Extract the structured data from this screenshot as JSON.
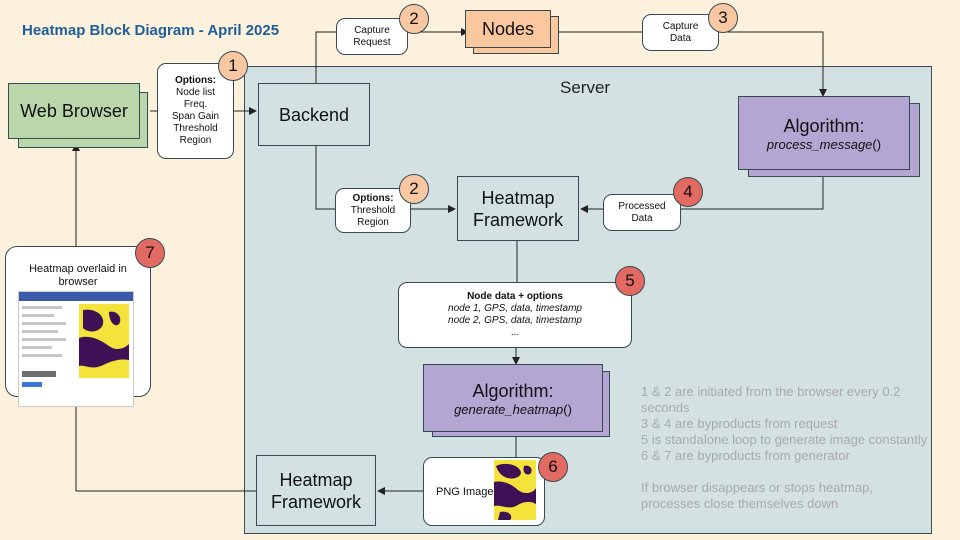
{
  "title": "Heatmap Block Diagram - April 2025",
  "server_label": "Server",
  "web_browser": "Web Browser",
  "backend": "Backend",
  "nodes": "Nodes",
  "algo1": {
    "title": "Algorithm:",
    "func": "process_message",
    "paren": "()"
  },
  "heatmap_fw_top": {
    "l1": "Heatmap",
    "l2": "Framework"
  },
  "heatmap_fw_bottom": {
    "l1": "Heatmap",
    "l2": "Framework"
  },
  "algo2": {
    "title": "Algorithm:",
    "func": "generate_heatmap",
    "paren": "()"
  },
  "note_options1": {
    "head": "Options:",
    "lines": [
      "Node list",
      "Freq.",
      "Span Gain",
      "Threshold",
      "Region"
    ]
  },
  "note_capture_request": {
    "l1": "Capture",
    "l2": "Request"
  },
  "note_capture_data": {
    "l1": "Capture",
    "l2": "Data"
  },
  "note_options2": {
    "head": "Options:",
    "l1": "Threshold",
    "l2": "Region"
  },
  "note_processed": {
    "l1": "Processed",
    "l2": "Data"
  },
  "note_nodedata": {
    "head": "Node data + options",
    "l1": "node 1, GPS, data, timestamp",
    "l2": "node 2, GPS, data, timestamp",
    "l3": "..."
  },
  "png_label": "PNG Image",
  "overlay_label": "Heatmap overlaid in browser",
  "badges": {
    "b1": "1",
    "b2a": "2",
    "b3": "3",
    "b2b": "2",
    "b4": "4",
    "b5": "5",
    "b6": "6",
    "b7": "7"
  },
  "explanation": [
    "1 & 2 are initiated from the browser every 0.2 seconds",
    "3 & 4 are byproducts from request",
    "5 is standalone loop to generate image constantly",
    "6 & 7 are byproducts from generator",
    "",
    "If browser disappears or stops heatmap, processes close themselves down"
  ],
  "colors": {
    "background": "#fbf1dd",
    "server": "#d3e1e2",
    "green": "#bad7ac",
    "orange": "#fac79e",
    "purple": "#b3a6d3",
    "badge_orange": "#f9c7a1",
    "badge_red": "#e26a63",
    "title": "#1f5f96"
  }
}
